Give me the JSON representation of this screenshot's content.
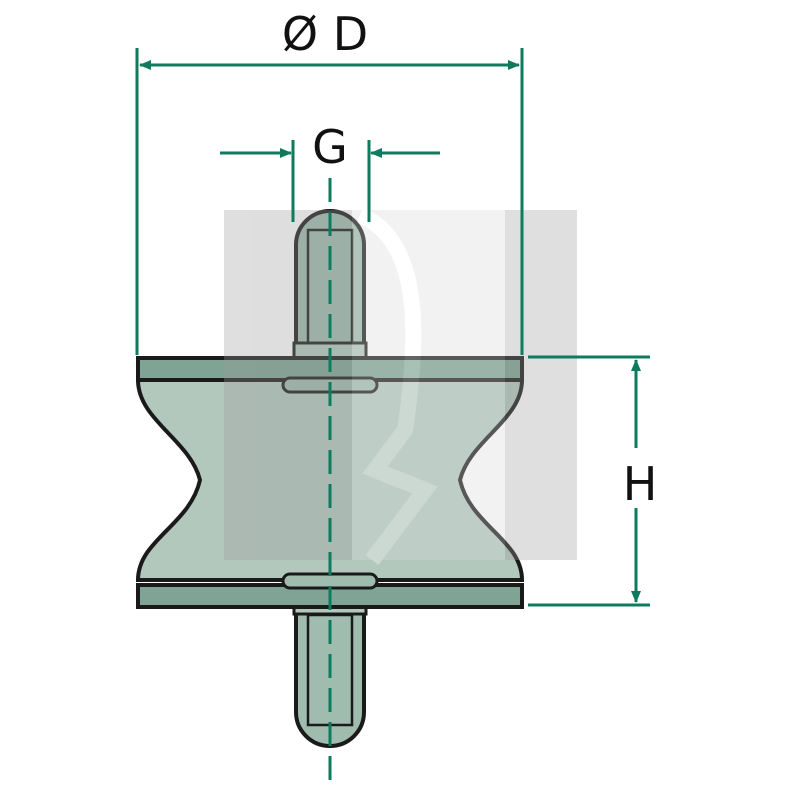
{
  "labels": {
    "diameter": "Ø D",
    "thread": "G",
    "height": "H"
  },
  "colors": {
    "dimension": "#0e7a5e",
    "rubber": "#b3c8bd",
    "metal": "#7fa495",
    "stud": "#9fbcaf",
    "outline": "#1a1a1a",
    "watermark": "#bdbdbd"
  }
}
